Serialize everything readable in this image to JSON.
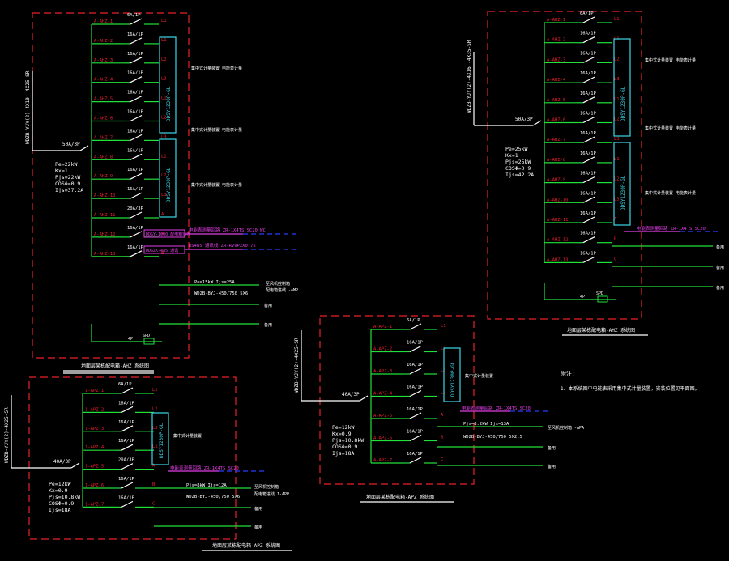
{
  "colors": {
    "background": "#000000",
    "frame": "#e8202a",
    "bus": "#22e03a",
    "phase_label": "#e8202a",
    "circuit_label": "#ffffff",
    "meter": "#3ad7e6",
    "magenta": "#e23ce6",
    "blue_dashed": "#2a3cff",
    "note_text": "#ffffff"
  },
  "panels": [
    {
      "id": "panel-a",
      "incoming_cable": "WDZB-YJY(2)-4X10 -4X25-SR",
      "main_breaker": "50A/3P",
      "params": [
        "Pe=22kW",
        "Kx=1",
        "Pjs=22kW",
        "COSΦ=0.9",
        "Ijs=37.2A"
      ],
      "circuits": [
        {
          "id": "A-AHZ-1",
          "breaker": "6A/1P",
          "phase": "L1"
        },
        {
          "id": "A-AHZ-2",
          "breaker": "16A/1P",
          "phase": "L1"
        },
        {
          "id": "A-AHZ-3",
          "breaker": "16A/1P",
          "phase": "L2"
        },
        {
          "id": "A-AHZ-4",
          "breaker": "16A/1P",
          "phase": "L3"
        },
        {
          "id": "A-AHZ-5",
          "breaker": "16A/1P",
          "phase": "L1"
        },
        {
          "id": "A-AHZ-6",
          "breaker": "16A/1P",
          "phase": "L2"
        },
        {
          "id": "A-AHZ-7",
          "breaker": "16A/1P",
          "phase": "L3"
        },
        {
          "id": "A-AHZ-8",
          "breaker": "16A/1P",
          "phase": "L1"
        },
        {
          "id": "A-AHZ-9",
          "breaker": "16A/1P",
          "phase": "L2"
        },
        {
          "id": "A-AHZ-10",
          "breaker": "16A/1P",
          "phase": "L3"
        },
        {
          "id": "A-AHZ-11",
          "breaker": "20A/3P",
          "phase": "A"
        },
        {
          "id": "A-AHZ-12",
          "breaker": "16A/1P",
          "phase": "A"
        },
        {
          "id": "A-AHZ-13",
          "breaker": "16A/1P",
          "phase": "B"
        }
      ],
      "meter_boxes": [
        "DDSY1230P-GL",
        "DDSY1230P-GL"
      ],
      "meter_notes": [
        "集中式计量装置 电能表计量",
        "集中式计量装置 电能表计量",
        "集中式计量装置 电能表计量"
      ],
      "aux_boxes": [
        "DDSY-1000 配电箱监控",
        "DDSZK-485 通讯"
      ],
      "magenta_lines": [
        "电能表测量回路 ZR-1X4TS SC20 WC",
        "RS485 通讯线 ZR-RVVP2X0.75"
      ],
      "feeder_params": [
        "Pe=15kW Ijs=25A",
        "WDZB-BYJ-450/750 5X6"
      ],
      "feeder_dest": [
        "至风机控制箱",
        "配电箱进线 -AMP"
      ],
      "spare_labels": [
        "备用",
        "备用"
      ],
      "spd": "SPD",
      "spd_breaker": "4P",
      "caption": "地面层某栋配电箱-AHZ 系统图"
    },
    {
      "id": "panel-b",
      "incoming_cable": "WDZB-YJY(2)-4X25-SR",
      "main_breaker": "40A/3P",
      "params": [
        "Pe=12kW",
        "Kx=0.9",
        "Pjs=10.8kW",
        "COSΦ=0.9",
        "Ijs=18A"
      ],
      "circuits": [
        {
          "id": "1-APZ-1",
          "breaker": "6A/1P",
          "phase": "L1"
        },
        {
          "id": "1-APZ-2",
          "breaker": "16A/1P",
          "phase": "L2"
        },
        {
          "id": "1-APZ-3",
          "breaker": "16A/1P",
          "phase": "L3"
        },
        {
          "id": "1-APZ-4",
          "breaker": "16A/1P",
          "phase": "L1"
        },
        {
          "id": "1-APZ-5",
          "breaker": "20A/3P",
          "phase": "A"
        },
        {
          "id": "1-APZ-6",
          "breaker": "16A/1P",
          "phase": "B"
        },
        {
          "id": "1-APZ-7",
          "breaker": "16A/1P",
          "phase": "C"
        }
      ],
      "meter_box": "DDSY1230P-GL",
      "meter_note": "集中式计量装置",
      "magenta_line": "电能表测量回路 ZR-1X4TS SC20",
      "feeder_params": [
        "Pjs=8kW Ijs=12A",
        "WDZB-BYJ-450/750 5X6"
      ],
      "feeder_dest": [
        "至风机控制箱",
        "配电箱进线 1-APP"
      ],
      "spare_labels": [
        "备用",
        "备用"
      ],
      "caption": "地面层某栋配电箱-APZ 系统图"
    },
    {
      "id": "panel-c",
      "incoming_cable": "WDZB-YJY(2)-4X25-SR",
      "main_breaker": "40A/3P",
      "params": [
        "Pe=12kW",
        "Kx=0.9",
        "Pjs=10.8kW",
        "COSΦ=0.9",
        "Ijs=18A"
      ],
      "circuits": [
        {
          "id": "A-APZ-1",
          "breaker": "6A/1P",
          "phase": "L1"
        },
        {
          "id": "A-APZ-2",
          "breaker": "16A/1P",
          "phase": "L1"
        },
        {
          "id": "A-APZ-3",
          "breaker": "16A/1P",
          "phase": "L2"
        },
        {
          "id": "A-APZ-4",
          "breaker": "16A/1P",
          "phase": "L3"
        },
        {
          "id": "A-APZ-5",
          "breaker": "16A/1P",
          "phase": "A"
        },
        {
          "id": "A-APZ-6",
          "breaker": "16A/1P",
          "phase": "B"
        },
        {
          "id": "A-APZ-7",
          "breaker": "16A/1P",
          "phase": "C"
        }
      ],
      "meter_box": "DDSY1230P-GL",
      "meter_note": "集中式计量装置",
      "magenta_line": "电能表测量回路 ZR-1X4TS SC20",
      "feeder_params": [
        "Pjs=8.2kW Ijs=13A",
        "WDZB-BYJ-450/750 5X2.5"
      ],
      "feeder_dest": "至风机控制箱 -APA",
      "spare_labels": [
        "备用",
        "备用"
      ],
      "caption": "地面层某栋配电箱-APZ 系统图"
    },
    {
      "id": "panel-d",
      "incoming_cable": "WDZB-YJY(2)-4X16 -4X35-SR",
      "main_breaker": "50A/3P",
      "params": [
        "Pe=25kW",
        "Kx=1",
        "Pjs=25kW",
        "COSΦ=0.9",
        "Ijs=42.2A"
      ],
      "circuits": [
        {
          "id": "A-AHZ-1",
          "breaker": "6A/1P",
          "phase": "L1"
        },
        {
          "id": "A-AHZ-2",
          "breaker": "16A/1P",
          "phase": "L1"
        },
        {
          "id": "A-AHZ-3",
          "breaker": "16A/1P",
          "phase": "L2"
        },
        {
          "id": "A-AHZ-4",
          "breaker": "16A/1P",
          "phase": "L3"
        },
        {
          "id": "A-AHZ-5",
          "breaker": "16A/1P",
          "phase": "L1"
        },
        {
          "id": "A-AHZ-6",
          "breaker": "16A/1P",
          "phase": "L2"
        },
        {
          "id": "A-AHZ-7",
          "breaker": "16A/1P",
          "phase": "L3"
        },
        {
          "id": "A-AHZ-8",
          "breaker": "16A/1P",
          "phase": "L1"
        },
        {
          "id": "A-AHZ-9",
          "breaker": "16A/1P",
          "phase": "L2"
        },
        {
          "id": "A-AHZ-10",
          "breaker": "16A/1P",
          "phase": "L3"
        },
        {
          "id": "A-AHZ-11",
          "breaker": "16A/1P",
          "phase": "A"
        },
        {
          "id": "A-AHZ-12",
          "breaker": "16A/1P",
          "phase": "B"
        },
        {
          "id": "A-AHZ-13",
          "breaker": "16A/1P",
          "phase": "C"
        }
      ],
      "meter_boxes": [
        "DDSY1230P-GL",
        "DDSY1230P-GL"
      ],
      "meter_notes": [
        "集中式计量装置 电能表计量",
        "集中式计量装置 电能表计量",
        "集中式计量装置 电能表计量"
      ],
      "magenta_line": "电能表测量回路 ZR-1X4TS SC20",
      "spare_labels": [
        "备用",
        "备用",
        "备用"
      ],
      "spd": "SPD",
      "spd_breaker": "4P",
      "caption": "地面层某栋配电箱-AHZ 系统图"
    }
  ],
  "notes": {
    "title": "附注：",
    "line1": "1、本系统图中电能表采用集中式计量装置，安装位置见平面图。"
  }
}
